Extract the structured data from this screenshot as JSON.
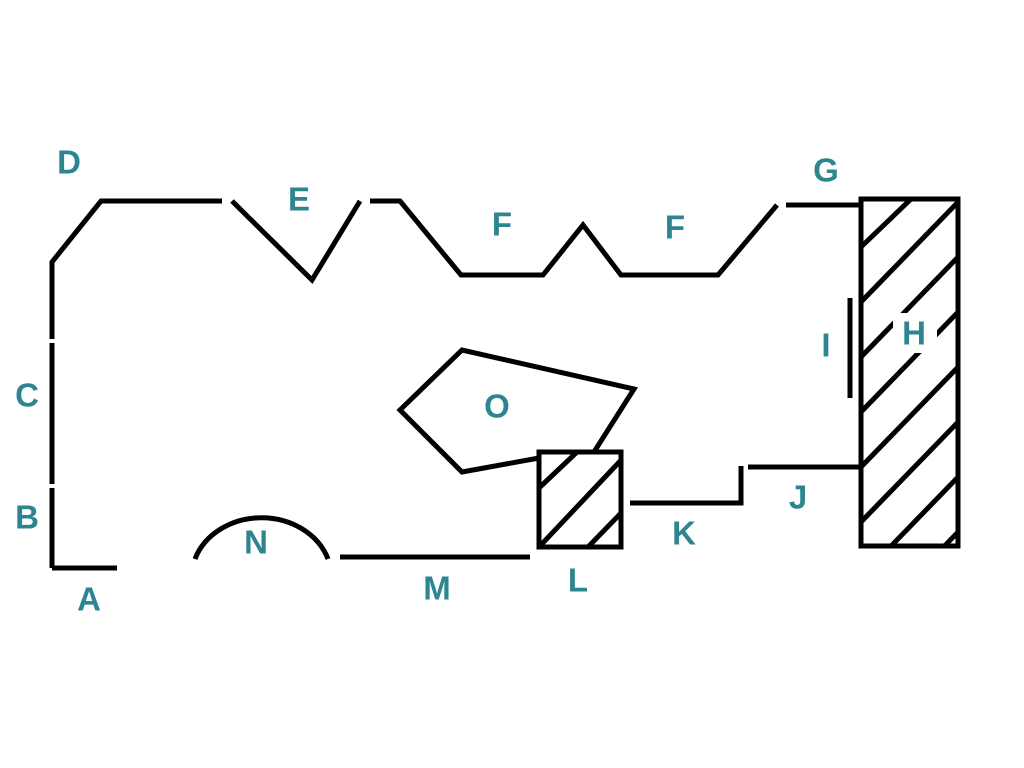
{
  "colors": {
    "label": "#2e8592",
    "line": "#000000",
    "background": "#ffffff"
  },
  "labels": {
    "A": "A",
    "B": "B",
    "C": "C",
    "D": "D",
    "E": "E",
    "F1": "F",
    "F2": "F",
    "G": "G",
    "H": "H",
    "I": "I",
    "J": "J",
    "K": "K",
    "L": "L",
    "M": "M",
    "N": "N",
    "O": "O"
  }
}
